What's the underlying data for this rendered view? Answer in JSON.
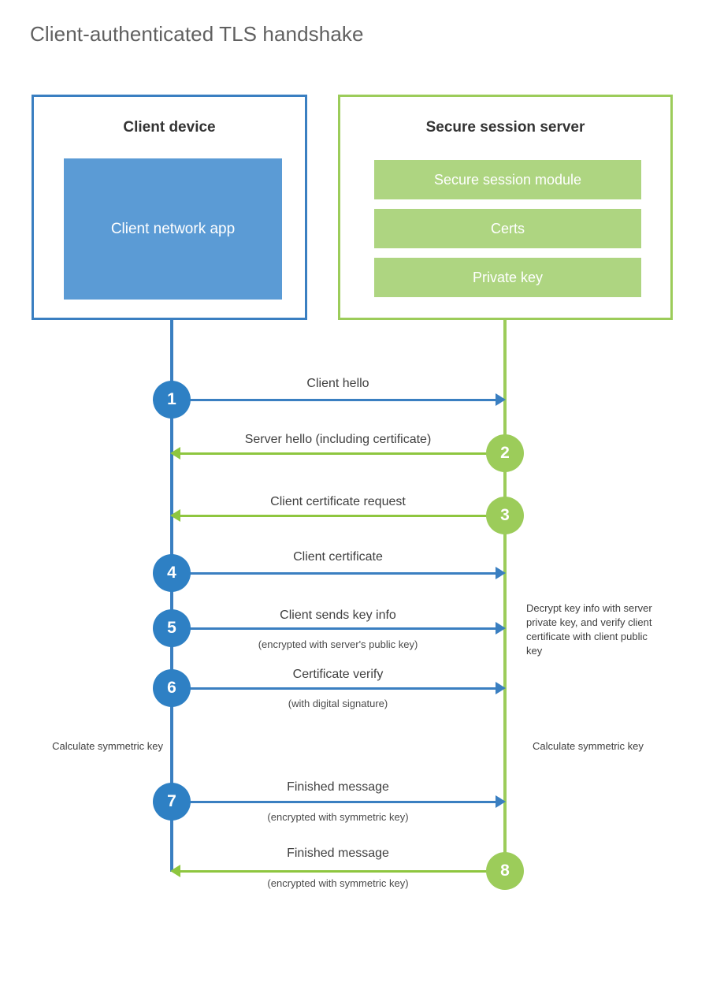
{
  "title": "Client-authenticated TLS handshake",
  "colors": {
    "client_accent": "#3a7fc1",
    "client_circle": "#2e80c4",
    "client_app_fill": "#5b9bd5",
    "server_accent": "#9ccc5a",
    "server_line": "#8ec63f",
    "server_block_fill": "#aed581",
    "title_text": "#606060",
    "body_text": "#3f3f3f",
    "background": "#ffffff"
  },
  "actors": {
    "client": {
      "title": "Client device",
      "components": [
        {
          "label": "Client network app"
        }
      ]
    },
    "server": {
      "title": "Secure session server",
      "components": [
        {
          "label": "Secure session module"
        },
        {
          "label": "Certs"
        },
        {
          "label": "Private key"
        }
      ]
    }
  },
  "steps": [
    {
      "number": "1",
      "label": "Client hello",
      "sublabel": "",
      "from": "client",
      "to": "server",
      "direction": "right",
      "color": "blue"
    },
    {
      "number": "2",
      "label": "Server hello (including certificate)",
      "sublabel": "",
      "from": "server",
      "to": "client",
      "direction": "left",
      "color": "green"
    },
    {
      "number": "3",
      "label": "Client certificate request",
      "sublabel": "",
      "from": "server",
      "to": "client",
      "direction": "left",
      "color": "green"
    },
    {
      "number": "4",
      "label": "Client certificate",
      "sublabel": "",
      "from": "client",
      "to": "server",
      "direction": "right",
      "color": "blue"
    },
    {
      "number": "5",
      "label": "Client sends key info",
      "sublabel": "(encrypted with server's public key)",
      "from": "client",
      "to": "server",
      "direction": "right",
      "color": "blue"
    },
    {
      "number": "6",
      "label": "Certificate verify",
      "sublabel": "(with digital signature)",
      "from": "client",
      "to": "server",
      "direction": "right",
      "color": "blue"
    },
    {
      "number": "7",
      "label": "Finished message",
      "sublabel": "(encrypted with symmetric key)",
      "from": "client",
      "to": "server",
      "direction": "right",
      "color": "blue"
    },
    {
      "number": "8",
      "label": "Finished message",
      "sublabel": "(encrypted with symmetric key)",
      "from": "server",
      "to": "client",
      "direction": "left",
      "color": "green"
    }
  ],
  "notes": {
    "server_decrypt": "Decrypt key info with server private key, and verify client certificate with client public key",
    "client_calculate": "Calculate symmetric key",
    "server_calculate": "Calculate symmetric key"
  }
}
